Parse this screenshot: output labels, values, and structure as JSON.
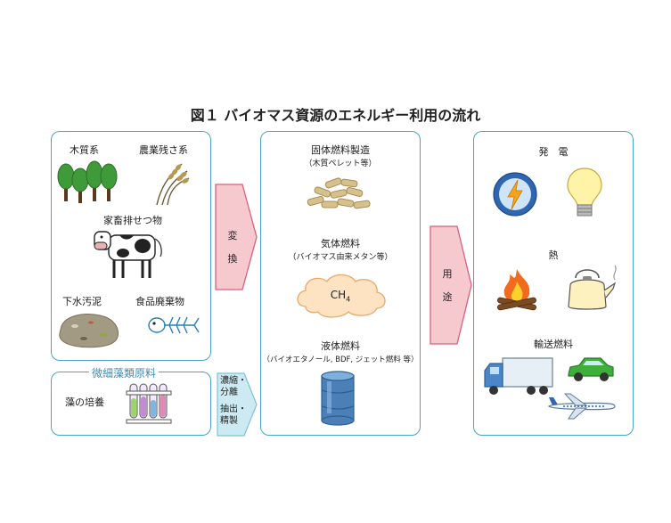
{
  "title": "図１ バイオマス資源のエネルギー利用の流れ",
  "resources": {
    "wood": "木質系",
    "agri": "農業残さ系",
    "livestock": "家畜排せつ物",
    "sewage": "下水汚泥",
    "food": "食品廃棄物"
  },
  "microalgae": {
    "title": "微細藻類原料",
    "culture": "藻の培養"
  },
  "arrows": {
    "conversion": [
      "変",
      "換"
    ],
    "concentrate": [
      "濃縮・",
      "分離"
    ],
    "extract": [
      "抽出・",
      "精製"
    ],
    "usage": [
      "用",
      "途"
    ]
  },
  "fuels": {
    "solid": "固体燃料製造",
    "solid_sub": "（木質ペレット等）",
    "gas": "気体燃料",
    "gas_sub": "（バイオマス由来メタン等）",
    "ch4": "CH",
    "ch4_sub": "4",
    "liquid": "液体燃料",
    "liquid_sub": "（バイオエタノール, BDF, ジェット燃料 等）"
  },
  "uses": {
    "power": "発　電",
    "heat": "熱",
    "transport": "輸送燃料"
  },
  "colors": {
    "panel_border": "#4aa3c8",
    "arrow_fill": "#f6c9cf",
    "arrow_stroke": "#d9607a",
    "small_arrow_fill": "#cdeaf2"
  }
}
